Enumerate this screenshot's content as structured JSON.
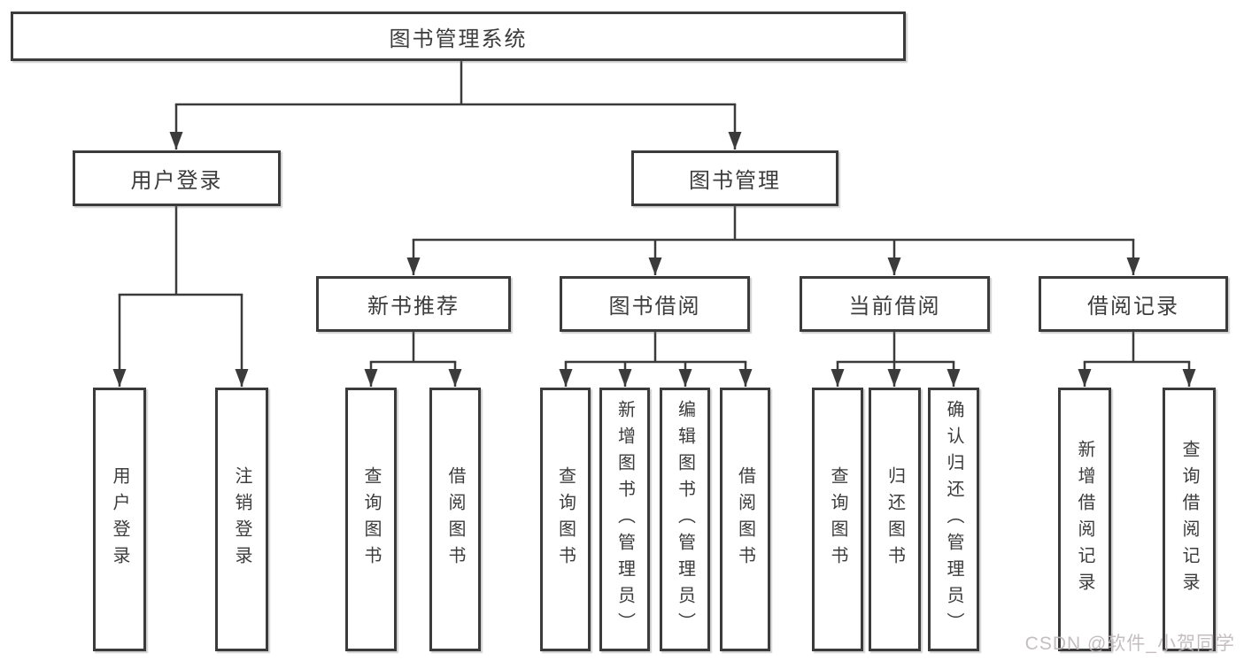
{
  "tree": {
    "label": "图书管理系统",
    "children": [
      {
        "label": "用户登录",
        "children": [
          {
            "label": "用户登录"
          },
          {
            "label": "注销登录"
          }
        ]
      },
      {
        "label": "图书管理",
        "children": [
          {
            "label": "新书推荐",
            "children": [
              {
                "label": "查询图书"
              },
              {
                "label": "借阅图书"
              }
            ]
          },
          {
            "label": "图书借阅",
            "children": [
              {
                "label": "查询图书"
              },
              {
                "label": "新增图书（管理员）"
              },
              {
                "label": "编辑图书（管理员）"
              },
              {
                "label": "借阅图书"
              }
            ]
          },
          {
            "label": "当前借阅",
            "children": [
              {
                "label": "查询图书"
              },
              {
                "label": "归还图书"
              },
              {
                "label": "确认归还（管理员）"
              }
            ]
          },
          {
            "label": "借阅记录",
            "children": [
              {
                "label": "新增借阅记录"
              },
              {
                "label": "查询借阅记录"
              }
            ]
          }
        ]
      }
    ]
  },
  "watermark": "CSDN @软件_小贺同学",
  "colors": {
    "line": "#3b3b3b",
    "box_border": "#3b3b3b",
    "text": "#3c3c3c",
    "background": "#ffffff",
    "watermark": "#bfb9bb"
  }
}
